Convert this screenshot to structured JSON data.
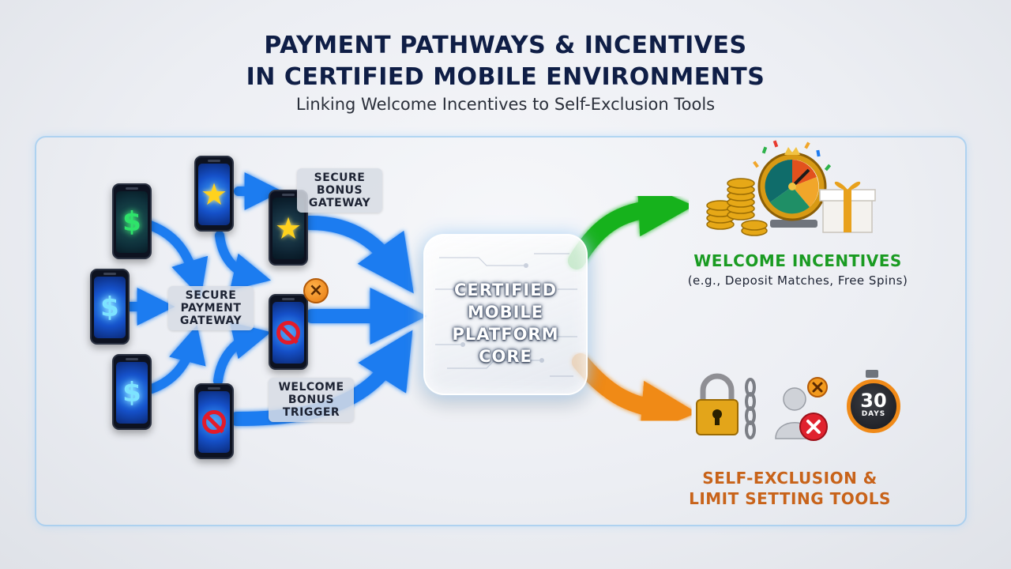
{
  "header": {
    "title_line1": "PAYMENT PATHWAYS & INCENTIVES",
    "title_line2": "IN CERTIFIED MOBILE ENVIRONMENTS",
    "subtitle": "Linking Welcome Incentives to Self-Exclusion Tools"
  },
  "nodes": {
    "secure_bonus_gateway": "SECURE\nBONUS\nGATEWAY",
    "secure_payment_gateway": "SECURE\nPAYMENT\nGATEWAY",
    "welcome_bonus_trigger": "WELCOME\nBONUS\nTRIGGER",
    "core": "CERTIFIED\nMOBILE\nPLATFORM\nCORE"
  },
  "outputs": {
    "welcome": {
      "title": "WELCOME INCENTIVES",
      "subtitle": "(e.g., Deposit Matches, Free Spins)",
      "color": "#1a9b22"
    },
    "self_exclusion": {
      "title": "SELF-EXCLUSION &\nLIMIT SETTING TOOLS",
      "timer_value": "30",
      "timer_unit": "DAYS",
      "color": "#c8631a"
    }
  },
  "icons": {
    "phone_symbols": [
      "dollar-icon",
      "star-icon",
      "ban-icon"
    ],
    "welcome_icons": [
      "coin-stack-icon",
      "prize-wheel-icon",
      "gift-box-icon"
    ],
    "self_exclusion_icons": [
      "padlock-icon",
      "chain-icon",
      "blocked-user-icon",
      "timer-icon"
    ]
  },
  "colors": {
    "title": "#0f1e46",
    "flow_arrow": "#1e7cf0",
    "welcome_arrow": "#18b21e",
    "exclusion_arrow": "#f08a18"
  }
}
